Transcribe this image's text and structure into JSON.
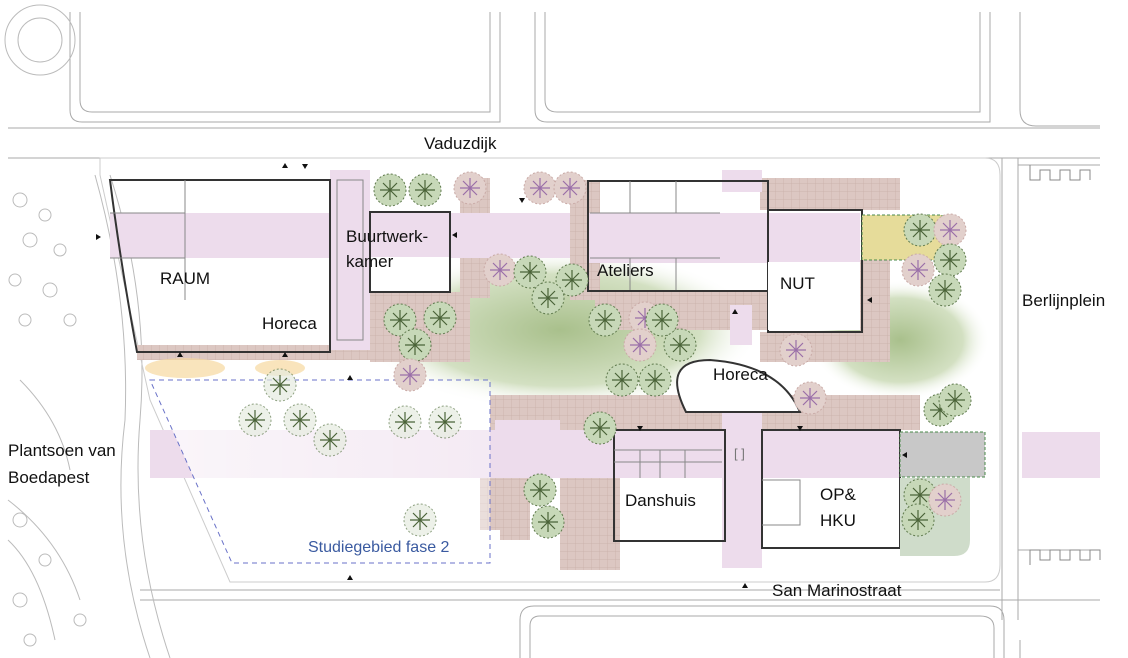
{
  "streets": {
    "north": "Vaduzdijk",
    "south": "San Marinostraat",
    "east": "Berlijnplein",
    "west_line1": "Plantsoen van",
    "west_line2": "Boedapest"
  },
  "buildings": {
    "raum": "RAUM",
    "horeca_west": "Horeca",
    "buurtwerkkamer_line1": "Buurtwerk-",
    "buurtwerkkamer_line2": "kamer",
    "ateliers": "Ateliers",
    "nut": "NUT",
    "horeca_center": "Horeca",
    "danshuis": "Danshuis",
    "op_hku_line1": "OP&",
    "op_hku_line2": "HKU",
    "core_mark": "[ ]"
  },
  "study_area": "Studiegebied fase 2",
  "colors": {
    "corridor": "#eddcec",
    "paving": "#d9c2bd",
    "lawn": "#b8cc9c",
    "tree_dark": "#5f7a4d",
    "tree_pink": "#c9aaa6",
    "study_outline": "#6a72c8",
    "building_outline": "#333333"
  }
}
